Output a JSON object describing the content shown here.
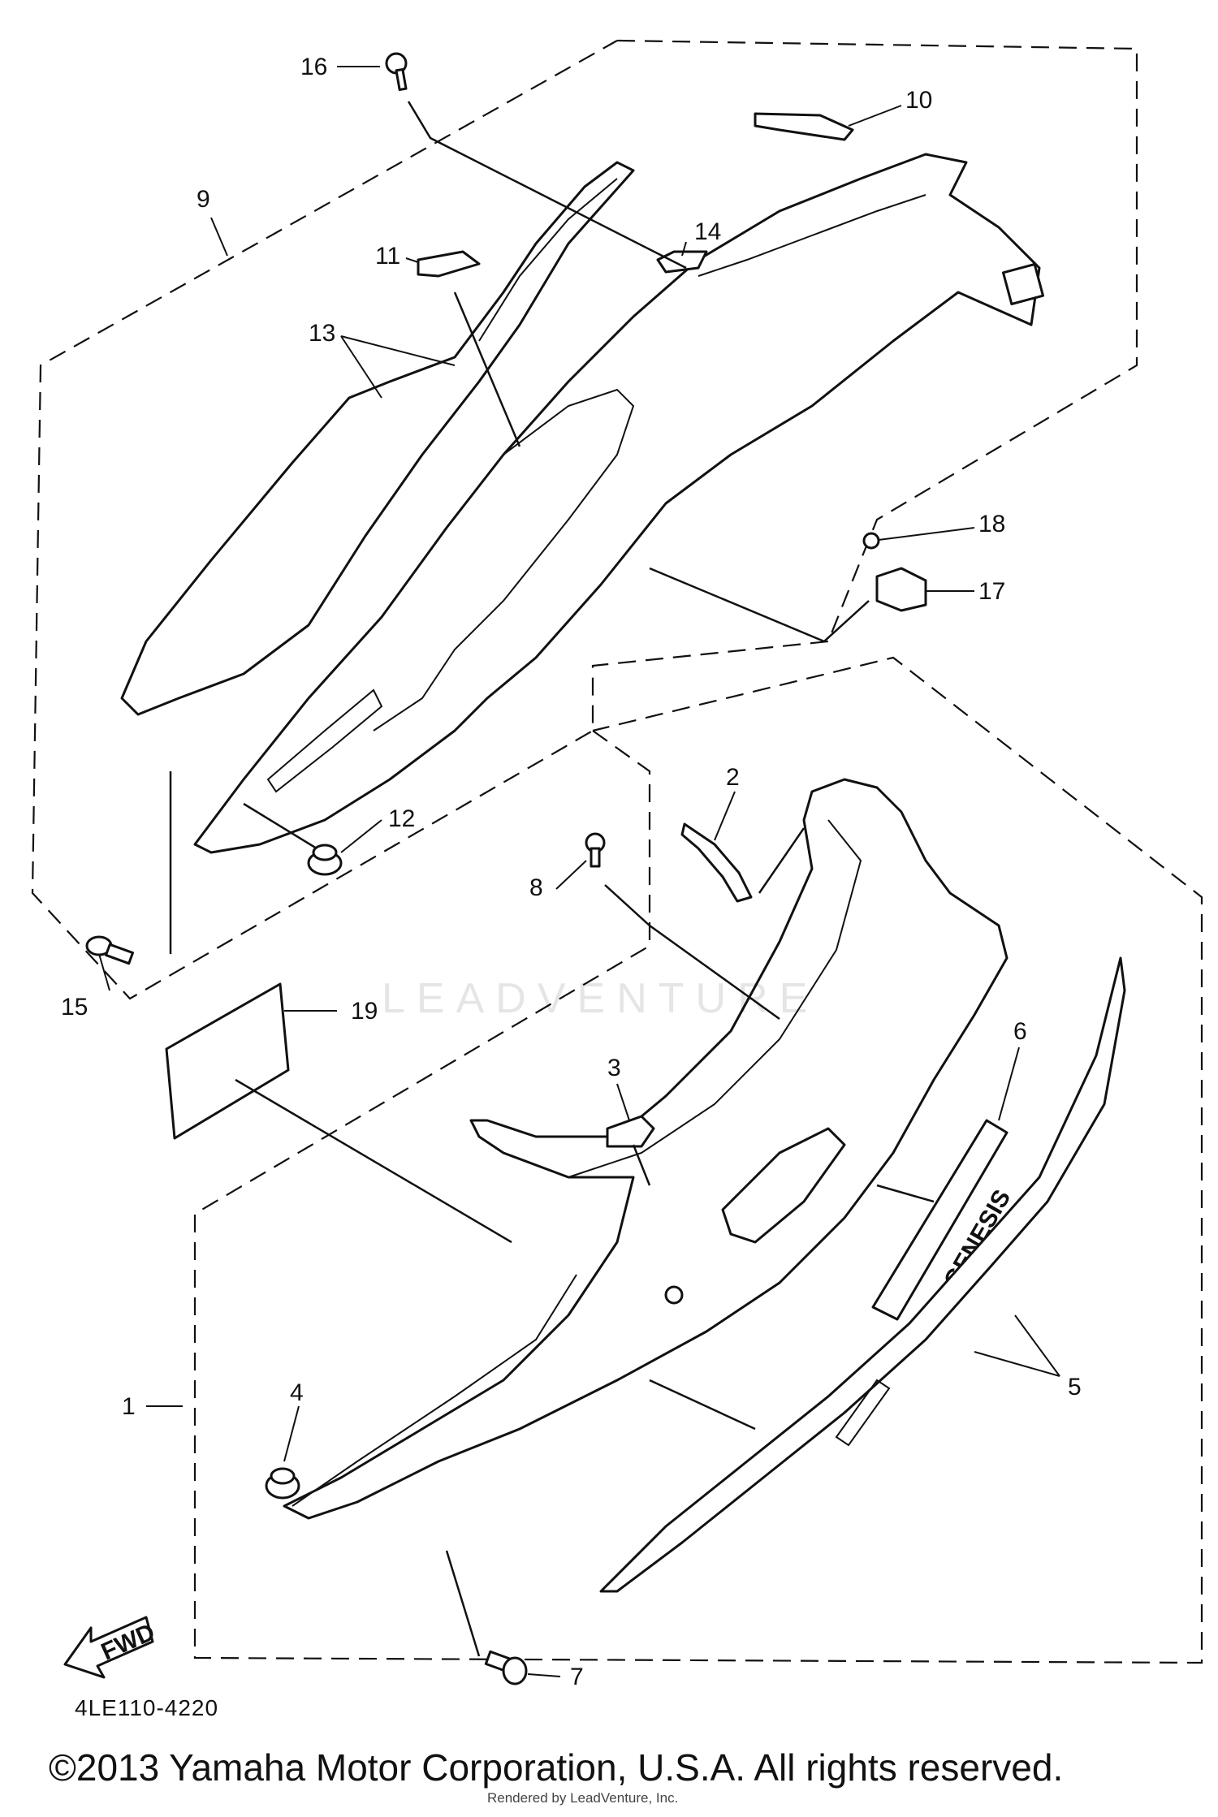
{
  "diagram": {
    "part_code": "4LE110-4220",
    "copyright": "©2013 Yamaha Motor Corporation, U.S.A. All rights reserved.",
    "rendered_by": "Rendered by LeadVenture, Inc.",
    "watermark": "LEADVENTURE",
    "fwd_label": "FWD",
    "callouts": [
      "1",
      "2",
      "3",
      "4",
      "5",
      "6",
      "7",
      "8",
      "9",
      "10",
      "11",
      "12",
      "13",
      "14",
      "15",
      "16",
      "17",
      "18",
      "19"
    ],
    "emblem_text": "GENESIS"
  }
}
